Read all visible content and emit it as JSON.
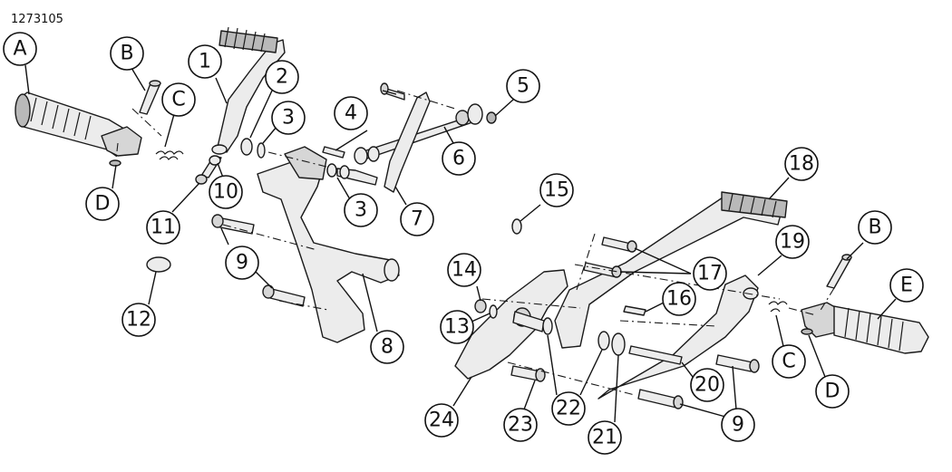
{
  "figure_id": "1273105",
  "callouts": {
    "A": "A",
    "B_left": "B",
    "C_left": "C",
    "D_left": "D",
    "n1": "1",
    "n2": "2",
    "n3a": "3",
    "n3b": "3",
    "n4": "4",
    "n5": "5",
    "n6": "6",
    "n7": "7",
    "n8": "8",
    "n9a": "9",
    "n9b": "9",
    "n10": "10",
    "n11": "11",
    "n12": "12",
    "n13": "13",
    "n14": "14",
    "n15": "15",
    "n16": "16",
    "n17": "17",
    "n18": "18",
    "n19": "19",
    "n20": "20",
    "n21": "21",
    "n22": "22",
    "n23": "23",
    "n24": "24",
    "B_right": "B",
    "C_right": "C",
    "D_right": "D",
    "E": "E"
  }
}
